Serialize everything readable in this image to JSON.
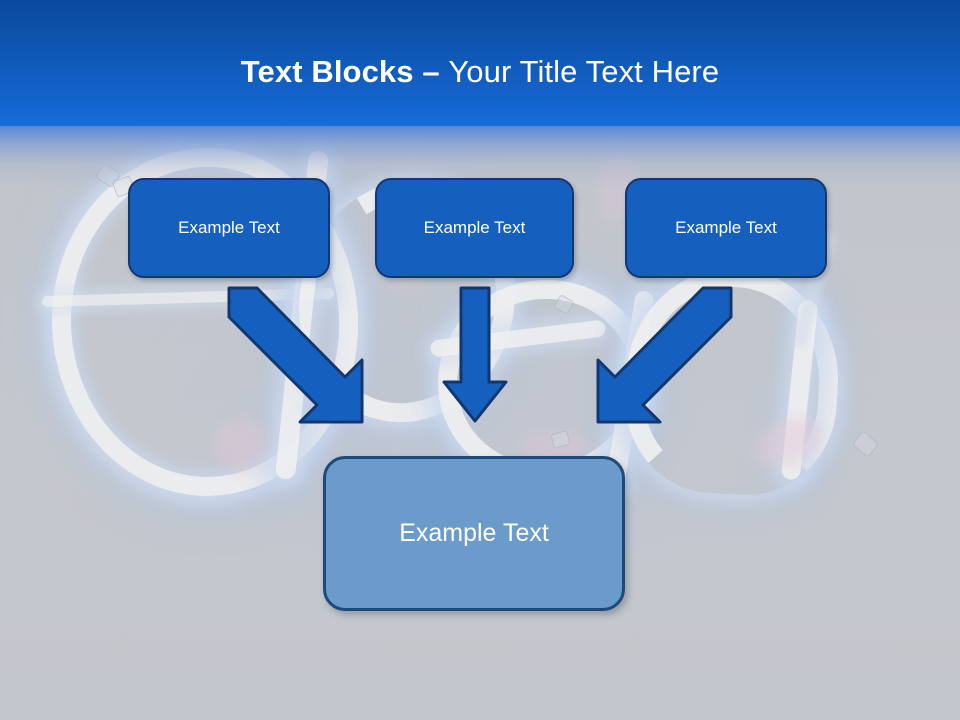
{
  "slide": {
    "title": {
      "bold_part": "Text Blocks ",
      "separator": "– ",
      "regular_part": "Your Title Text Here",
      "full": "Text Blocks – Your Title Text Here"
    },
    "background": {
      "description": "neon-open-sign-photo",
      "base_color": "#c4c7cd",
      "header_gradient_from": "#0b4a9c",
      "header_gradient_to": "#1a6cdb"
    },
    "colors": {
      "accent_blue": "#1560bf",
      "accent_blue_border": "#14386e",
      "secondary_blue": "#6b9bcb",
      "secondary_blue_border": "#1d4a7a",
      "arrow_fill": "#1560bf",
      "arrow_stroke": "#12376e",
      "title_text": "#ffffff",
      "node_text": "#ffffff"
    },
    "top_nodes": [
      {
        "id": "node-1",
        "label": "Example Text"
      },
      {
        "id": "node-2",
        "label": "Example Text"
      },
      {
        "id": "node-3",
        "label": "Example Text"
      }
    ],
    "bottom_node": {
      "id": "node-result",
      "label": "Example Text"
    },
    "connectors": [
      {
        "id": "arrow-left",
        "direction": "down-right",
        "from": "node-1",
        "to": "node-result"
      },
      {
        "id": "arrow-center",
        "direction": "down",
        "from": "node-2",
        "to": "node-result"
      },
      {
        "id": "arrow-right",
        "direction": "down-left",
        "from": "node-3",
        "to": "node-result"
      }
    ]
  }
}
